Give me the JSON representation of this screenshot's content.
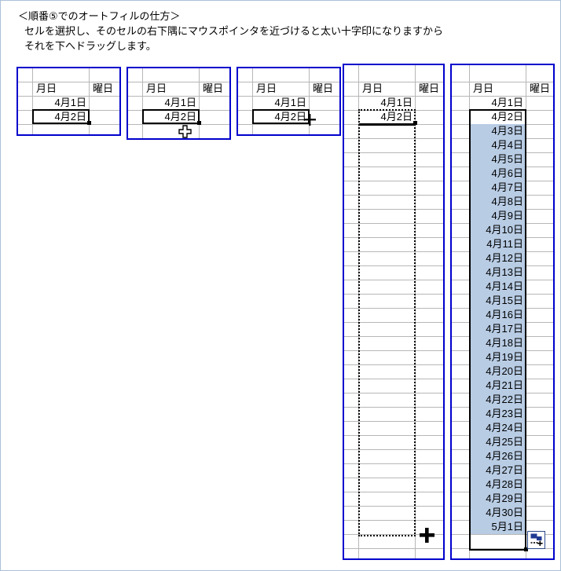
{
  "heading": {
    "line1": "＜順番⑤でのオートフィルの仕方＞",
    "line2": "セルを選択し、そのセルの右下隅にマウスポインタを近づけると太い十字印になりますから",
    "line3": "それを下へドラッグします。"
  },
  "columns": {
    "date_header": "月日",
    "weekday_header": "曜日"
  },
  "panels": [
    {
      "id": "panel-selected-cell",
      "name": "セル選択",
      "rows": [
        "4月1日",
        "4月2日"
      ],
      "selected_row_index": 1,
      "cursor": "none"
    },
    {
      "id": "panel-white-cross-cursor",
      "name": "白十字ポインタ",
      "rows": [
        "4月1日",
        "4月2日"
      ],
      "selected_row_index": 1,
      "cursor": "white-cross-cursor"
    },
    {
      "id": "panel-fill-handle-cursor",
      "name": "細い十字ポインタ",
      "rows": [
        "4月1日",
        "4月2日"
      ],
      "selected_row_index": 1,
      "cursor": "thin-cross-cursor"
    },
    {
      "id": "panel-dragging",
      "name": "下へドラッグ中",
      "rows": [
        "4月1日",
        "4月2日"
      ],
      "selected_row_index": 1,
      "cursor": "thick-cross-cursor"
    },
    {
      "id": "panel-filled-result",
      "name": "オートフィル結果",
      "rows": [
        "4月1日",
        "4月2日",
        "4月3日",
        "4月4日",
        "4月5日",
        "4月6日",
        "4月7日",
        "4月8日",
        "4月9日",
        "4月10日",
        "4月11日",
        "4月12日",
        "4月13日",
        "4月14日",
        "4月15日",
        "4月16日",
        "4月17日",
        "4月18日",
        "4月19日",
        "4月20日",
        "4月21日",
        "4月22日",
        "4月23日",
        "4月24日",
        "4月25日",
        "4月26日",
        "4月27日",
        "4月28日",
        "4月29日",
        "4月30日",
        "5月1日"
      ],
      "active_row_index": 1,
      "highlight_from_index": 2,
      "smart_tag": "autofill-options-button"
    }
  ],
  "colors": {
    "panel_border": "#0000cc",
    "gridline": "#b7b7b7",
    "selection_border": "#000000",
    "highlight_fill": "#b8cce4",
    "page_border": "#a9c0d6",
    "smart_tag_border": "#2a4b8d",
    "smart_tag_icon": "#1f3a93"
  }
}
